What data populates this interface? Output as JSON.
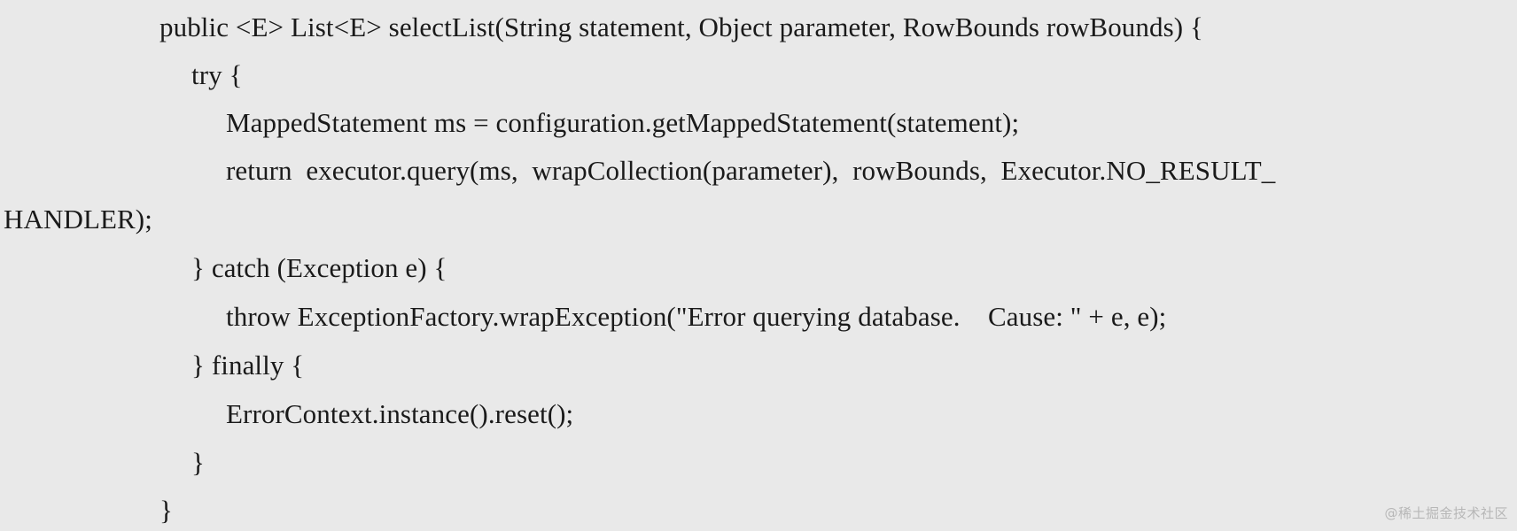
{
  "code": {
    "lines": [
      "public <E> List<E> selectList(String statement, Object parameter, RowBounds rowBounds) {",
      "try {",
      "MappedStatement ms = configuration.getMappedStatement(statement);",
      "return  executor.query(ms,  wrapCollection(parameter),  rowBounds,  Executor.NO_RESULT_",
      "HANDLER);",
      "} catch (Exception e) {",
      "throw ExceptionFactory.wrapException(\"Error querying database.    Cause: \" + e, e);",
      "} finally {",
      "ErrorContext.instance().reset();",
      "}",
      "}"
    ]
  },
  "watermark": {
    "text": "@稀土掘金技术社区"
  }
}
